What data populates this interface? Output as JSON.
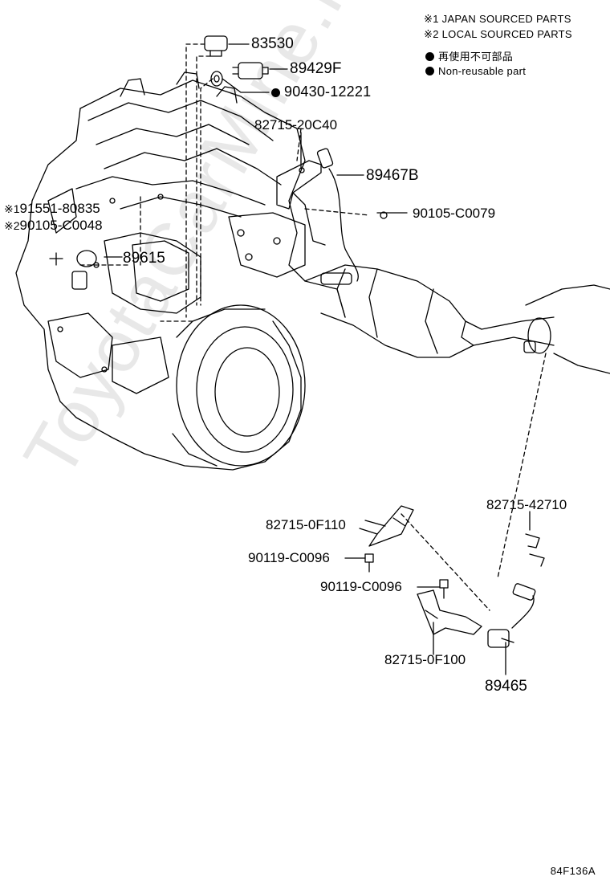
{
  "legend": {
    "mark1": "※1",
    "mark1_text": "JAPAN SOURCED PARTS",
    "mark2": "※2",
    "mark2_text": "LOCAL SOURCED PARTS",
    "nonreusable_jp": "再使用不可部品",
    "nonreusable_en": "Non-reusable part"
  },
  "parts": {
    "p83530": "83530",
    "p89429F": "89429F",
    "p90430": "90430-12221",
    "p82715_20C40": "82715-20C40",
    "p89467B": "89467B",
    "p90105_C0079": "90105-C0079",
    "p91551_mark": "※1",
    "p91551": "91551-80835",
    "p90105_C0048_mark": "※2",
    "p90105_C0048": "90105-C0048",
    "p89615": "89615",
    "p82715_42710": "82715-42710",
    "p82715_0F110": "82715-0F110",
    "p90119_a": "90119-C0096",
    "p90119_b": "90119-C0096",
    "p82715_0F100": "82715-0F100",
    "p89465": "89465"
  },
  "watermark": "ToyotaCarMine.ru",
  "diagram_code": "84F136A",
  "icons": {
    "nonreusable": "filled-circle-icon"
  }
}
